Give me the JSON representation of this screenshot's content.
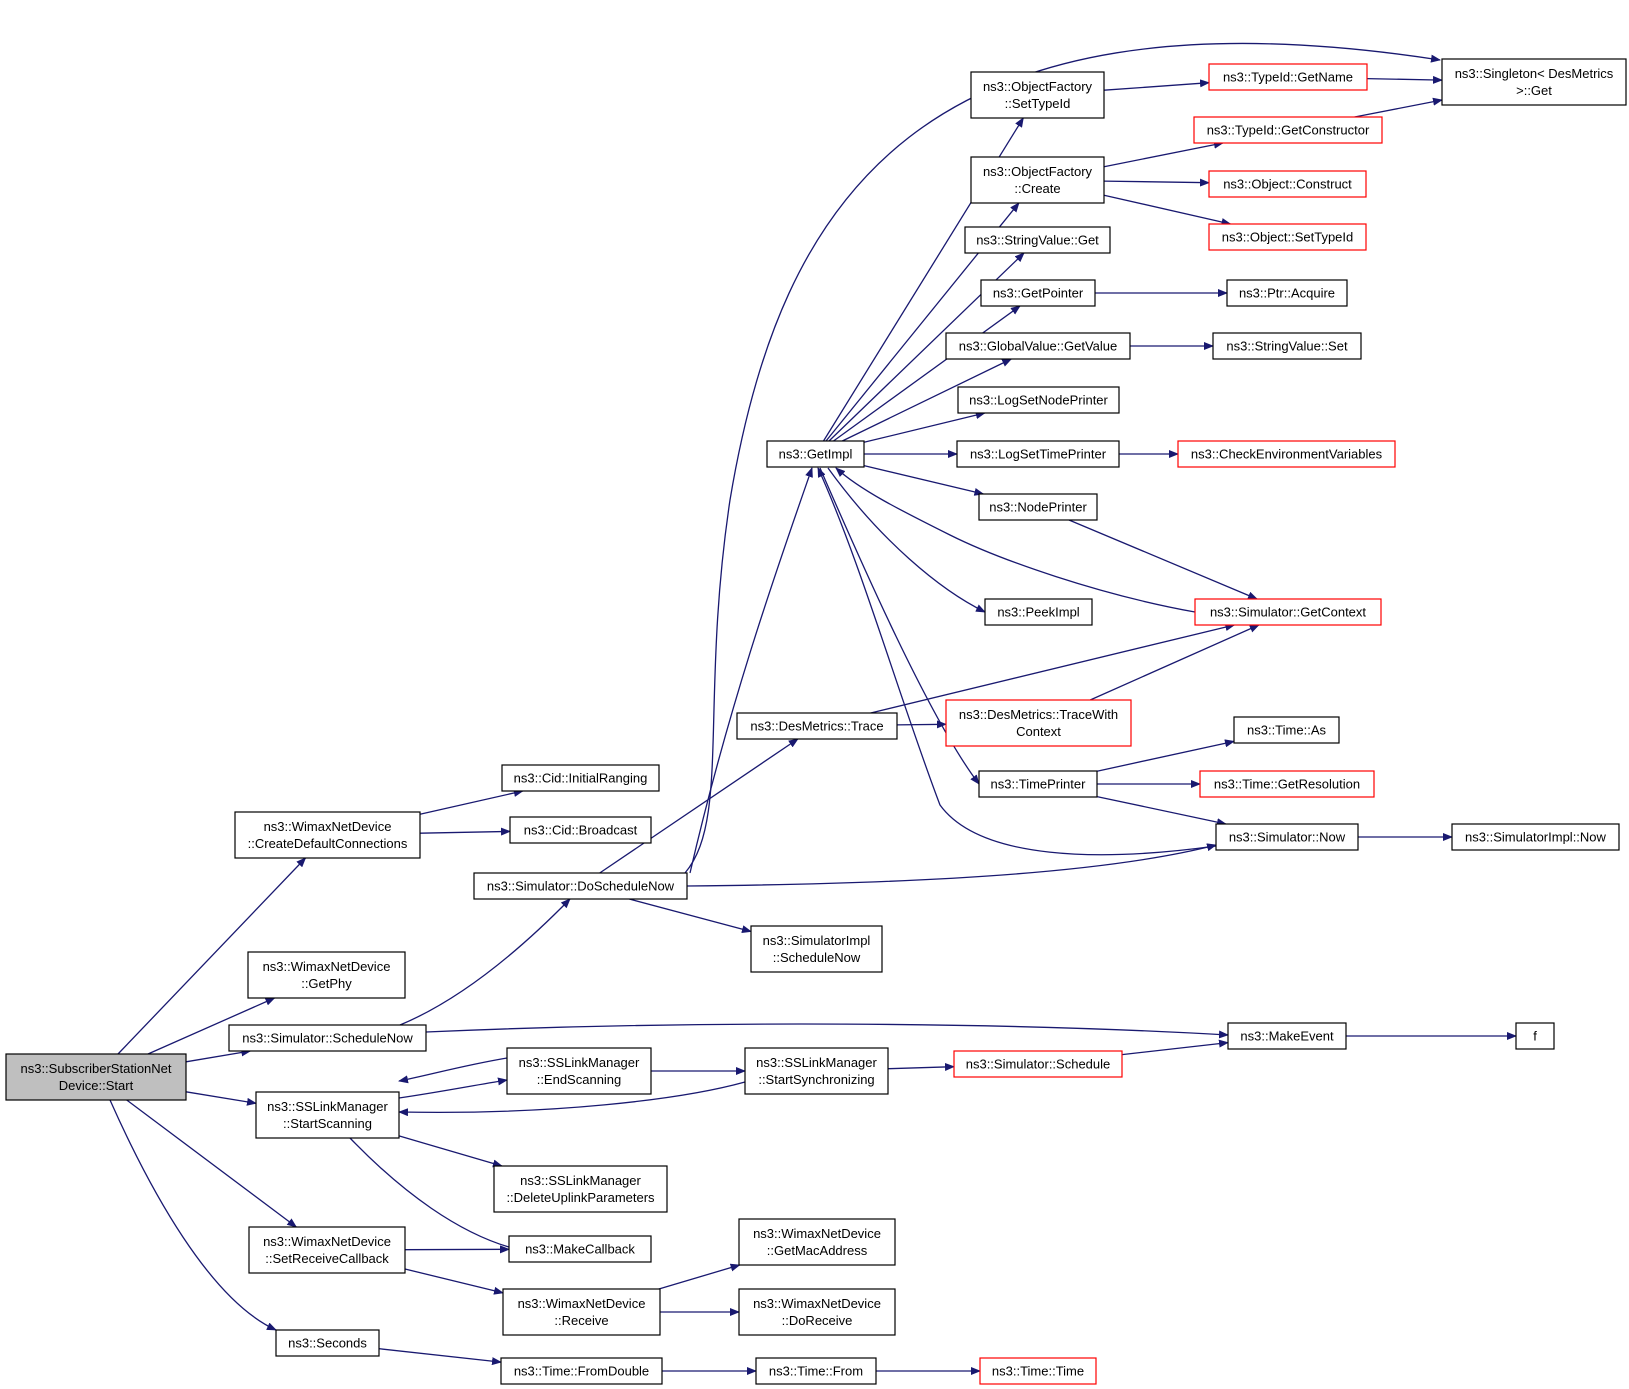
{
  "diagram": {
    "colors": {
      "edge": "#191970",
      "node_border": "#000000",
      "truncated_node_border": "#ff0000",
      "root_fill": "#bfbfbf"
    },
    "nodes": [
      {
        "id": "root",
        "lines": [
          "ns3::SubscriberStationNet",
          "Device::Start"
        ],
        "style": "root"
      },
      {
        "id": "createDefault",
        "lines": [
          "ns3::WimaxNetDevice",
          "::CreateDefaultConnections"
        ]
      },
      {
        "id": "getPhy",
        "lines": [
          "ns3::WimaxNetDevice",
          "::GetPhy"
        ]
      },
      {
        "id": "scheduleNow",
        "lines": [
          "ns3::Simulator::ScheduleNow"
        ]
      },
      {
        "id": "startScanning",
        "lines": [
          "ns3::SSLinkManager",
          "::StartScanning"
        ]
      },
      {
        "id": "setReceiveCb",
        "lines": [
          "ns3::WimaxNetDevice",
          "::SetReceiveCallback"
        ]
      },
      {
        "id": "seconds",
        "lines": [
          "ns3::Seconds"
        ]
      },
      {
        "id": "initialRanging",
        "lines": [
          "ns3::Cid::InitialRanging"
        ]
      },
      {
        "id": "broadcast",
        "lines": [
          "ns3::Cid::Broadcast"
        ]
      },
      {
        "id": "doScheduleNow",
        "lines": [
          "ns3::Simulator::DoScheduleNow"
        ]
      },
      {
        "id": "endScanning",
        "lines": [
          "ns3::SSLinkManager",
          "::EndScanning"
        ]
      },
      {
        "id": "deleteUplink",
        "lines": [
          "ns3::SSLinkManager",
          "::DeleteUplinkParameters"
        ]
      },
      {
        "id": "makeCallback",
        "lines": [
          "ns3::MakeCallback"
        ]
      },
      {
        "id": "receive",
        "lines": [
          "ns3::WimaxNetDevice",
          "::Receive"
        ]
      },
      {
        "id": "fromDouble",
        "lines": [
          "ns3::Time::FromDouble"
        ]
      },
      {
        "id": "getImpl",
        "lines": [
          "ns3::GetImpl"
        ]
      },
      {
        "id": "desTrace",
        "lines": [
          "ns3::DesMetrics::Trace"
        ]
      },
      {
        "id": "schedImplNow",
        "lines": [
          "ns3::SimulatorImpl",
          "::ScheduleNow"
        ]
      },
      {
        "id": "startSync",
        "lines": [
          "ns3::SSLinkManager",
          "::StartSynchronizing"
        ]
      },
      {
        "id": "getMac",
        "lines": [
          "ns3::WimaxNetDevice",
          "::GetMacAddress"
        ]
      },
      {
        "id": "doReceive",
        "lines": [
          "ns3::WimaxNetDevice",
          "::DoReceive"
        ]
      },
      {
        "id": "timeFrom",
        "lines": [
          "ns3::Time::From"
        ]
      },
      {
        "id": "objSetTypeId",
        "lines": [
          "ns3::ObjectFactory",
          "::SetTypeId"
        ]
      },
      {
        "id": "objCreate",
        "lines": [
          "ns3::ObjectFactory",
          "::Create"
        ]
      },
      {
        "id": "strGet",
        "lines": [
          "ns3::StringValue::Get"
        ]
      },
      {
        "id": "getPointer",
        "lines": [
          "ns3::GetPointer"
        ]
      },
      {
        "id": "globalGetValue",
        "lines": [
          "ns3::GlobalValue::GetValue"
        ]
      },
      {
        "id": "logNodePrinter",
        "lines": [
          "ns3::LogSetNodePrinter"
        ]
      },
      {
        "id": "logTimePrinter",
        "lines": [
          "ns3::LogSetTimePrinter"
        ]
      },
      {
        "id": "nodePrinter",
        "lines": [
          "ns3::NodePrinter"
        ]
      },
      {
        "id": "peekImpl",
        "lines": [
          "ns3::PeekImpl"
        ]
      },
      {
        "id": "traceWithCtx",
        "lines": [
          "ns3::DesMetrics::TraceWith",
          "Context"
        ],
        "style": "red"
      },
      {
        "id": "timePrinter",
        "lines": [
          "ns3::TimePrinter"
        ]
      },
      {
        "id": "simSchedule",
        "lines": [
          "ns3::Simulator::Schedule"
        ],
        "style": "red"
      },
      {
        "id": "timeTime",
        "lines": [
          "ns3::Time::Time"
        ],
        "style": "red"
      },
      {
        "id": "typeGetName",
        "lines": [
          "ns3::TypeId::GetName"
        ],
        "style": "red"
      },
      {
        "id": "typeGetCtor",
        "lines": [
          "ns3::TypeId::GetConstructor"
        ],
        "style": "red"
      },
      {
        "id": "objConstruct",
        "lines": [
          "ns3::Object::Construct"
        ],
        "style": "red"
      },
      {
        "id": "objSetTid",
        "lines": [
          "ns3::Object::SetTypeId"
        ],
        "style": "red"
      },
      {
        "id": "ptrAcquire",
        "lines": [
          "ns3::Ptr::Acquire"
        ]
      },
      {
        "id": "strSet",
        "lines": [
          "ns3::StringValue::Set"
        ]
      },
      {
        "id": "checkEnv",
        "lines": [
          "ns3::CheckEnvironmentVariables"
        ],
        "style": "red"
      },
      {
        "id": "simGetContext",
        "lines": [
          "ns3::Simulator::GetContext"
        ],
        "style": "red"
      },
      {
        "id": "timeAs",
        "lines": [
          "ns3::Time::As"
        ]
      },
      {
        "id": "timeGetRes",
        "lines": [
          "ns3::Time::GetResolution"
        ],
        "style": "red"
      },
      {
        "id": "simNow",
        "lines": [
          "ns3::Simulator::Now"
        ]
      },
      {
        "id": "makeEvent",
        "lines": [
          "ns3::MakeEvent"
        ]
      },
      {
        "id": "singletonGet",
        "lines": [
          "ns3::Singleton< DesMetrics",
          ">::Get"
        ]
      },
      {
        "id": "simImplNow",
        "lines": [
          "ns3::SimulatorImpl::Now"
        ]
      },
      {
        "id": "f",
        "lines": [
          "f"
        ]
      }
    ],
    "edges": [
      {
        "from": "root",
        "to": "createDefault"
      },
      {
        "from": "root",
        "to": "getPhy"
      },
      {
        "from": "root",
        "to": "scheduleNow"
      },
      {
        "from": "root",
        "to": "startScanning"
      },
      {
        "from": "root",
        "to": "setReceiveCb"
      },
      {
        "from": "root",
        "to": "seconds"
      },
      {
        "from": "createDefault",
        "to": "initialRanging"
      },
      {
        "from": "createDefault",
        "to": "broadcast"
      },
      {
        "from": "scheduleNow",
        "to": "doScheduleNow"
      },
      {
        "from": "scheduleNow",
        "to": "makeEvent"
      },
      {
        "from": "startScanning",
        "to": "endScanning"
      },
      {
        "from": "startScanning",
        "to": "deleteUplink"
      },
      {
        "from": "startScanning",
        "to": "makeCallback"
      },
      {
        "from": "setReceiveCb",
        "to": "makeCallback"
      },
      {
        "from": "setReceiveCb",
        "to": "receive"
      },
      {
        "from": "seconds",
        "to": "fromDouble"
      },
      {
        "from": "doScheduleNow",
        "to": "desTrace"
      },
      {
        "from": "doScheduleNow",
        "to": "getImpl"
      },
      {
        "from": "doScheduleNow",
        "to": "schedImplNow"
      },
      {
        "from": "doScheduleNow",
        "to": "simNow"
      },
      {
        "from": "doScheduleNow",
        "to": "singletonGet"
      },
      {
        "from": "endScanning",
        "to": "startScanning"
      },
      {
        "from": "endScanning",
        "to": "startSync"
      },
      {
        "from": "startSync",
        "to": "startScanning"
      },
      {
        "from": "startSync",
        "to": "simSchedule"
      },
      {
        "from": "simSchedule",
        "to": "makeEvent"
      },
      {
        "from": "makeEvent",
        "to": "f"
      },
      {
        "from": "receive",
        "to": "getMac"
      },
      {
        "from": "receive",
        "to": "doReceive"
      },
      {
        "from": "fromDouble",
        "to": "timeFrom"
      },
      {
        "from": "timeFrom",
        "to": "timeTime"
      },
      {
        "from": "desTrace",
        "to": "simGetContext"
      },
      {
        "from": "desTrace",
        "to": "traceWithCtx"
      },
      {
        "from": "traceWithCtx",
        "to": "simGetContext"
      },
      {
        "from": "getImpl",
        "to": "objSetTypeId"
      },
      {
        "from": "getImpl",
        "to": "objCreate"
      },
      {
        "from": "getImpl",
        "to": "strGet"
      },
      {
        "from": "getImpl",
        "to": "getPointer"
      },
      {
        "from": "getImpl",
        "to": "globalGetValue"
      },
      {
        "from": "getImpl",
        "to": "logNodePrinter"
      },
      {
        "from": "getImpl",
        "to": "logTimePrinter"
      },
      {
        "from": "getImpl",
        "to": "nodePrinter"
      },
      {
        "from": "getImpl",
        "to": "peekImpl"
      },
      {
        "from": "getImpl",
        "to": "timePrinter"
      },
      {
        "from": "simGetContext",
        "to": "getImpl"
      },
      {
        "from": "simNow",
        "to": "getImpl"
      },
      {
        "from": "nodePrinter",
        "to": "simGetContext"
      },
      {
        "from": "timePrinter",
        "to": "timeAs"
      },
      {
        "from": "timePrinter",
        "to": "timeGetRes"
      },
      {
        "from": "timePrinter",
        "to": "simNow"
      },
      {
        "from": "simNow",
        "to": "simImplNow"
      },
      {
        "from": "objSetTypeId",
        "to": "typeGetName"
      },
      {
        "from": "objCreate",
        "to": "typeGetCtor"
      },
      {
        "from": "objCreate",
        "to": "objConstruct"
      },
      {
        "from": "objCreate",
        "to": "objSetTid"
      },
      {
        "from": "typeGetName",
        "to": "singletonGet"
      },
      {
        "from": "typeGetCtor",
        "to": "singletonGet"
      },
      {
        "from": "getPointer",
        "to": "ptrAcquire"
      },
      {
        "from": "globalGetValue",
        "to": "strSet"
      },
      {
        "from": "logTimePrinter",
        "to": "checkEnv"
      }
    ]
  }
}
